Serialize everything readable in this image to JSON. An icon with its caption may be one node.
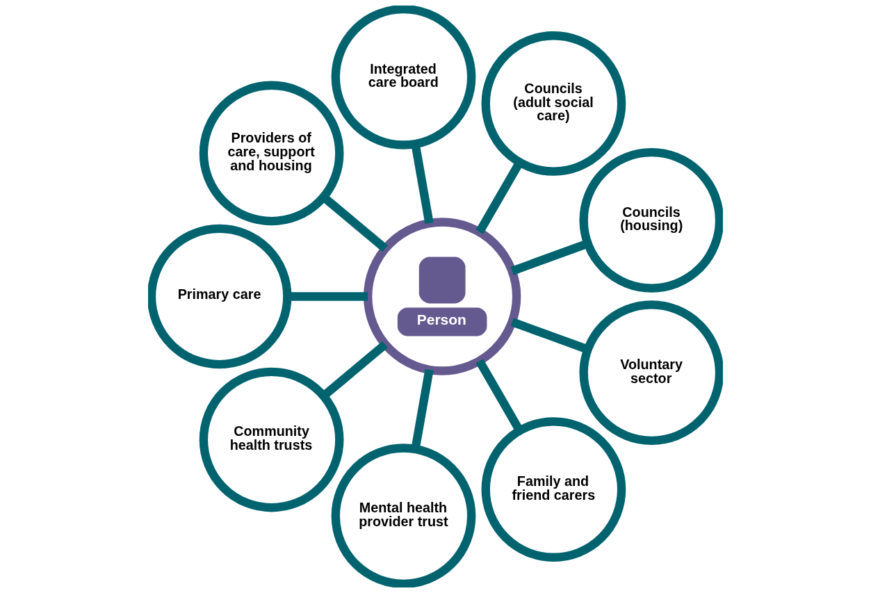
{
  "diagram": {
    "nodes": [
      {
        "text": [
          "Person"
        ]
      },
      {
        "text": [
          "Integrated care board"
        ]
      },
      {
        "text": [
          "Councils (adult social care)"
        ]
      },
      {
        "text": [
          "Councils (housing)"
        ]
      },
      {
        "text": [
          "Voluntary sector"
        ]
      },
      {
        "text": [
          "Family and friend carers"
        ]
      },
      {
        "text": [
          "Mental health provider trust"
        ]
      },
      {
        "text": [
          "Community health trusts"
        ]
      },
      {
        "text": [
          "Primary care"
        ]
      },
      {
        "text": [
          "Providers of care, support and housing"
        ]
      }
    ],
    "edges": [
      {
        "from": 0,
        "to": 1,
        "arrow": "none"
      },
      {
        "from": 0,
        "to": 2,
        "arrow": "none"
      },
      {
        "from": 0,
        "to": 3,
        "arrow": "none"
      },
      {
        "from": 0,
        "to": 4,
        "arrow": "none"
      },
      {
        "from": 0,
        "to": 5,
        "arrow": "none"
      },
      {
        "from": 0,
        "to": 6,
        "arrow": "none"
      },
      {
        "from": 0,
        "to": 7,
        "arrow": "none"
      },
      {
        "from": 0,
        "to": 8,
        "arrow": "none"
      },
      {
        "from": 0,
        "to": 9,
        "arrow": "none"
      }
    ]
  }
}
